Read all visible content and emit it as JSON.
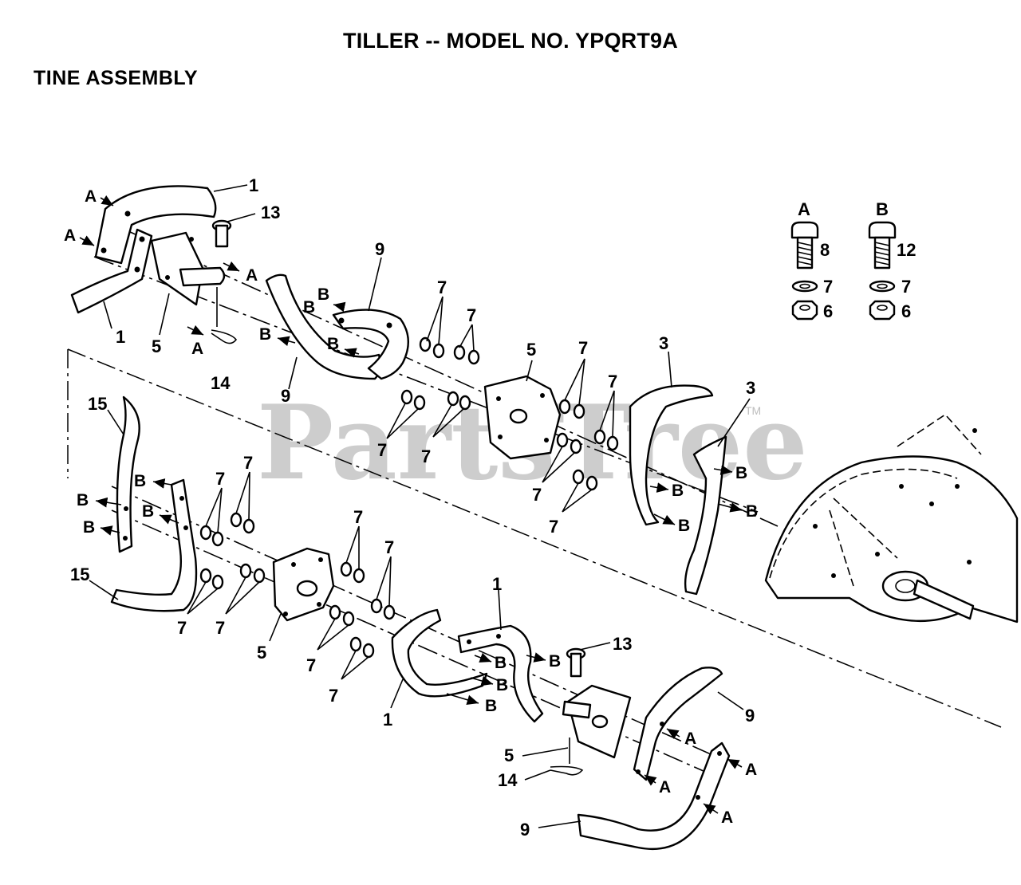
{
  "header": {
    "title": "TILLER -- MODEL NO. YPQRT9A",
    "section": "TINE ASSEMBLY"
  },
  "watermark": {
    "text": "PartsTree",
    "mark": "TM"
  },
  "legend": {
    "A": {
      "letter": "A",
      "bolt": "8",
      "lockwasher": "7",
      "nut": "6"
    },
    "B": {
      "letter": "B",
      "bolt": "12",
      "lockwasher": "7",
      "nut": "6"
    }
  },
  "callouts": {
    "c1a": "1",
    "c1b": "1",
    "c1c": "1",
    "c1d": "1",
    "c13a": "13",
    "c13b": "13",
    "c5a": "5",
    "c5b": "5",
    "c5c": "5",
    "c5d": "5",
    "c14a": "14",
    "c14b": "14",
    "c9a": "9",
    "c9b": "9",
    "c9c": "9",
    "c9d": "9",
    "c3a": "3",
    "c3b": "3",
    "c15a": "15",
    "c15b": "15",
    "c7": [
      "7",
      "7",
      "7",
      "7",
      "7",
      "7",
      "7",
      "7",
      "7",
      "7",
      "7",
      "7",
      "7",
      "7",
      "7",
      "7"
    ]
  },
  "fastener_letters": {
    "A": "A",
    "B": "B"
  }
}
